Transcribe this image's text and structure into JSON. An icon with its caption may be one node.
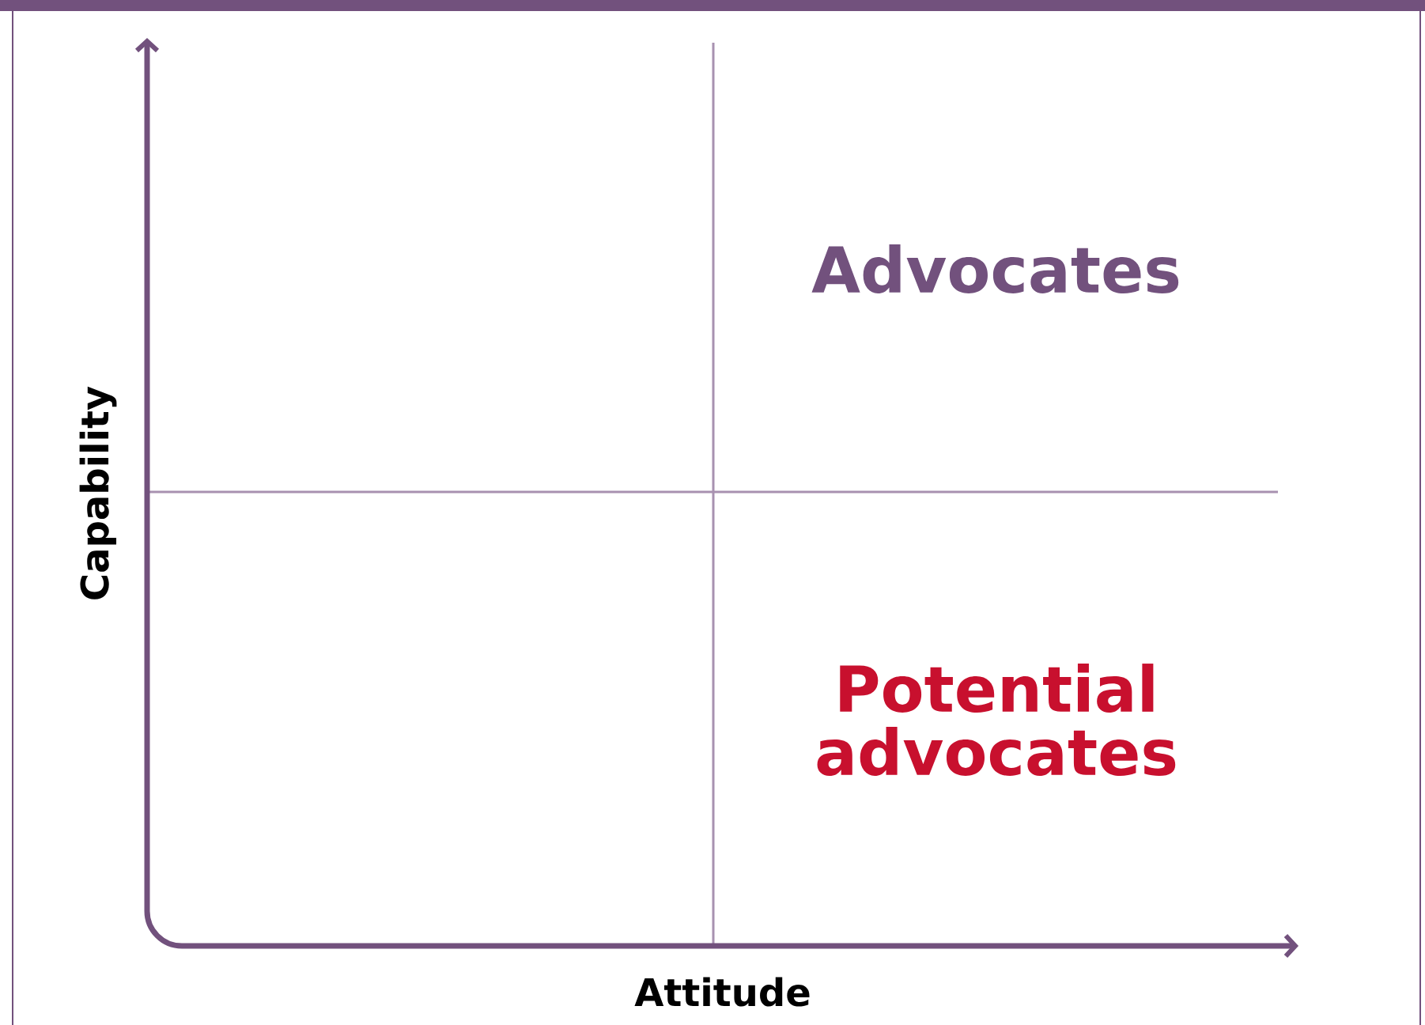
{
  "diagram": {
    "labels": [
      "Capability",
      "Advocates",
      "Potential advocates",
      "Attitude"
    ]
  }
}
